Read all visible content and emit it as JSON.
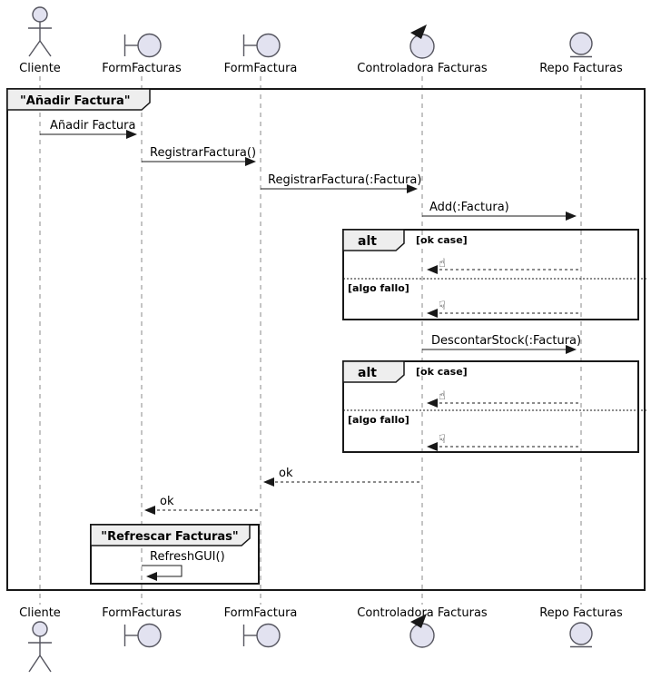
{
  "diagram_type": "uml-sequence-diagram",
  "colors": {
    "participant_fill": "#E2E2F0",
    "frame_label_fill": "#EEEEEE",
    "line": "#181818",
    "lifeline": "#888888",
    "background": "#FFFFFF"
  },
  "participants": [
    {
      "name": "Cliente",
      "type": "actor"
    },
    {
      "name": "FormFacturas",
      "type": "boundary"
    },
    {
      "name": "FormFactura",
      "type": "boundary"
    },
    {
      "name": "Controladora Facturas",
      "type": "control"
    },
    {
      "name": "Repo Facturas",
      "type": "entity"
    }
  ],
  "frames": {
    "outer": {
      "title": "\"Añadir Factura\""
    },
    "alt1": {
      "label": "alt",
      "guard_ok": "[ok case]",
      "guard_fail": "[algo fallo]"
    },
    "alt2": {
      "label": "alt",
      "guard_ok": "[ok case]",
      "guard_fail": "[algo fallo]"
    },
    "refresh": {
      "title": "\"Refrescar Facturas\""
    }
  },
  "messages": {
    "anadir": "Añadir Factura",
    "registrar": "RegistrarFactura()",
    "registrar_factura": "RegistrarFactura(:Factura)",
    "add": "Add(:Factura)",
    "descontar": "DescontarStock(:Factura)",
    "ok1": "ok",
    "ok2": "ok",
    "refresh_gui": "RefreshGUI()",
    "thumb_up": "☝",
    "thumb_down": "☟"
  }
}
